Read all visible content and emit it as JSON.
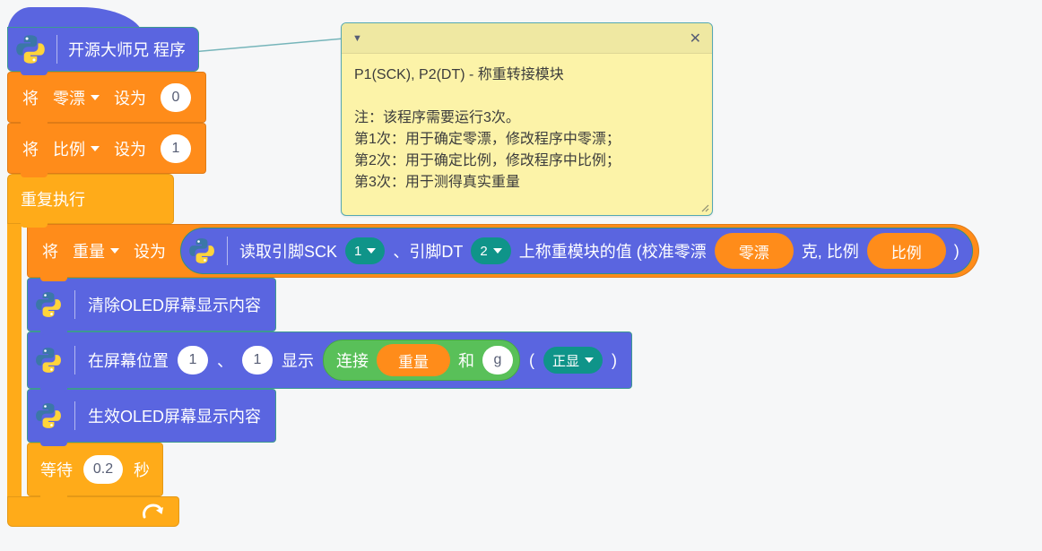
{
  "colors": {
    "block_blue": "#5a65e0",
    "block_blue_border": "#3d9991",
    "variables_orange": "#ff8c1a",
    "control_orange": "#ffab19",
    "dropdown_teal": "#0f9489",
    "join_green": "#59c059",
    "comment_body": "#fcf3a8",
    "comment_header": "#efe8a2",
    "comment_border": "#55a8b2"
  },
  "icons": {
    "python": "python-logo",
    "collapse": "▼",
    "close": "✕",
    "loop": "loop-arrow",
    "dropdown_caret": "▾"
  },
  "script": {
    "hat": {
      "title": "开源大师兄 程序"
    },
    "set_zero_drift": {
      "word_set": "将",
      "variable": "零漂",
      "word_to": "设为",
      "value": "0"
    },
    "set_scale": {
      "word_set": "将",
      "variable": "比例",
      "word_to": "设为",
      "value": "1"
    },
    "repeat": {
      "label": "重复执行"
    },
    "set_weight": {
      "word_set": "将",
      "variable": "重量",
      "word_to": "设为"
    },
    "read_weight": {
      "text_read_sck": "读取引脚SCK",
      "pin_sck": "1",
      "text_dt": "、引脚DT",
      "pin_dt": "2",
      "text_value": "上称重模块的值 (校准零漂",
      "var_zero": "零漂",
      "text_gram_scale": "克, 比例",
      "var_scale": "比例",
      "text_close": ")"
    },
    "clear_oled": {
      "label": "清除OLED屏幕显示内容"
    },
    "display": {
      "text_pos": "在屏幕位置",
      "x": "1",
      "text_comma": "、",
      "y": "1",
      "text_show": "显示",
      "join": {
        "word_join": "连接",
        "variable": "重量",
        "word_and": "和",
        "value": "g"
      },
      "text_open": "(",
      "mode": "正显",
      "text_close": ")"
    },
    "apply_oled": {
      "label": "生效OLED屏幕显示内容"
    },
    "wait": {
      "word_wait": "等待",
      "value": "0.2",
      "word_seconds": "秒"
    }
  },
  "comment": {
    "collapse_icon": "▼",
    "close_icon": "✕",
    "line1": "P1(SCK), P2(DT) - 称重转接模块",
    "line2": "",
    "line3": "注：该程序需要运行3次。",
    "line4": "第1次：用于确定零漂，修改程序中零漂；",
    "line5": "第2次：用于确定比例，修改程序中比例；",
    "line6": "第3次：用于测得真实重量"
  }
}
